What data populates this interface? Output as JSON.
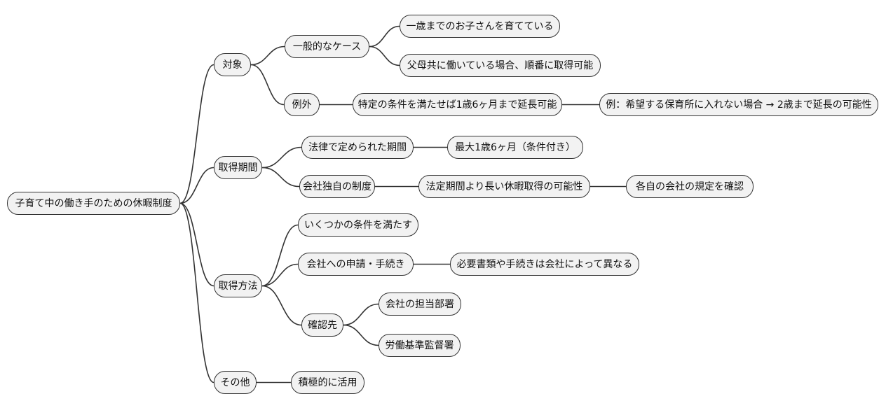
{
  "diagram": {
    "type": "mindmap",
    "title": "子育て中の働き手のための休暇制度"
  },
  "colors": {
    "background": "#ffffff",
    "node_fill": "#f2f2f2",
    "node_border": "#333333",
    "edge": "#333333",
    "text": "#111111"
  },
  "mindmap": {
    "root": {
      "label": "子育て中の働き手のための休暇制度",
      "children": [
        {
          "label": "対象",
          "children": [
            {
              "label": "一般的なケース",
              "children": [
                {
                  "label": "一歳までのお子さんを育てている"
                },
                {
                  "label": "父母共に働いている場合、順番に取得可能"
                }
              ]
            },
            {
              "label": "例外",
              "children": [
                {
                  "label": "特定の条件を満たせば1歳6ヶ月まで延長可能",
                  "children": [
                    {
                      "label": "例：希望する保育所に入れない場合 → 2歳まで延長の可能性"
                    }
                  ]
                }
              ]
            }
          ]
        },
        {
          "label": "取得期間",
          "children": [
            {
              "label": "法律で定められた期間",
              "children": [
                {
                  "label": "最大1歳6ヶ月（条件付き）"
                }
              ]
            },
            {
              "label": "会社独自の制度",
              "children": [
                {
                  "label": "法定期間より長い休暇取得の可能性",
                  "children": [
                    {
                      "label": "各自の会社の規定を確認"
                    }
                  ]
                }
              ]
            }
          ]
        },
        {
          "label": "取得方法",
          "children": [
            {
              "label": "いくつかの条件を満たす"
            },
            {
              "label": "会社への申請・手続き",
              "children": [
                {
                  "label": "必要書類や手続きは会社によって異なる"
                }
              ]
            },
            {
              "label": "確認先",
              "children": [
                {
                  "label": "会社の担当部署"
                },
                {
                  "label": "労働基準監督署"
                }
              ]
            }
          ]
        },
        {
          "label": "その他",
          "children": [
            {
              "label": "積極的に活用"
            }
          ]
        }
      ]
    }
  }
}
